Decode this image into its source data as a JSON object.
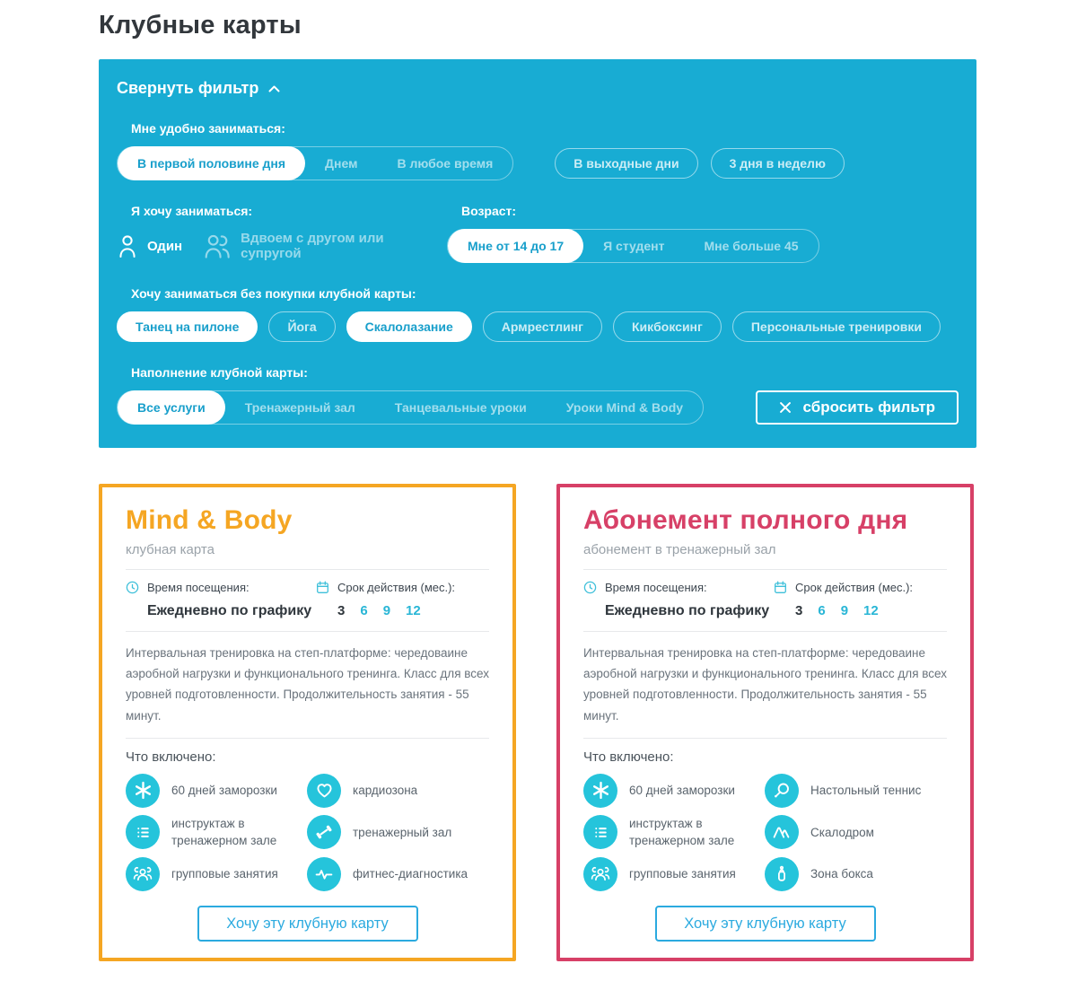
{
  "page": {
    "title": "Клубные карты"
  },
  "colors": {
    "panel_teal": "#18ACD3",
    "selected_pill_text": "#189FCB",
    "feature_icon_teal": "#25C4DB",
    "card_orange": "#F5A623",
    "card_pink": "#D74067",
    "cta_blue": "#2BAADF",
    "duration_link_teal": "#29B6D6"
  },
  "filter": {
    "collapse_label": "Свернуть фильтр",
    "collapse_icon": "chevron-up-icon",
    "schedule_label": "Мне удобно заниматься:",
    "schedule_options": [
      "В первой половине дня",
      "Днем",
      "В любое время"
    ],
    "schedule_selected": "В первой половине дня",
    "schedule_extra": [
      "В выходные дни",
      "3 дня в неделю"
    ],
    "company_label": "Я хочу заниматься:",
    "company_options": [
      "Один",
      "Вдвоем с другом или супругой"
    ],
    "company_icons": [
      "person-icon",
      "two-persons-icon"
    ],
    "age_label": "Возраст:",
    "age_options": [
      "Мне от 14 до 17",
      "Я студент",
      "Мне больше 45"
    ],
    "age_selected": "Мне от 14 до 17",
    "nocard_label": "Хочу заниматься без покупки клубной карты:",
    "nocard_options": [
      "Танец на пилоне",
      "Йога",
      "Скалолазание",
      "Армрестлинг",
      "Кикбоксинг",
      "Персональные тренировки"
    ],
    "nocard_selected": [
      "Танец на пилоне",
      "Скалолазание"
    ],
    "content_label": "Наполнение клубной карты:",
    "content_options": [
      "Все услуги",
      "Тренажерный зал",
      "Танцевальные уроки",
      "Уроки Mind & Body"
    ],
    "content_selected": "Все услуги",
    "reset_label": "сбросить фильтр",
    "reset_icon": "close-icon"
  },
  "cards": [
    {
      "title": "Mind & Body",
      "subtitle": "клубная карта",
      "visit_label": "Время посещения:",
      "visit_icon": "clock-icon",
      "visit_value": "Ежедневно по графику",
      "duration_label": "Срок действия (мес.):",
      "duration_icon": "calendar-icon",
      "duration_options": [
        "3",
        "6",
        "9",
        "12"
      ],
      "duration_selected": "3",
      "description": "Интервальная тренировка на степ-платформе: чередоваине аэробной нагрузки и функционального тренинга. Класс для всех уровней подготовленности. Продолжительность занятия - 55 минут.",
      "included_label": "Что включено:",
      "features": [
        {
          "icon": "snowflake-icon",
          "label": "60 дней заморозки"
        },
        {
          "icon": "heart-icon",
          "label": "кардиозона"
        },
        {
          "icon": "checklist-icon",
          "label": "инструктаж в тренажерном зале"
        },
        {
          "icon": "dumbbell-icon",
          "label": "тренажерный зал"
        },
        {
          "icon": "group-people-icon",
          "label": "групповые занятия"
        },
        {
          "icon": "pulse-icon",
          "label": "фитнес-диагностика"
        }
      ],
      "cta_label": "Хочу эту клубную карту"
    },
    {
      "title": "Абонемент полного дня",
      "subtitle": "абонемент в тренажерный зал",
      "visit_label": "Время посещения:",
      "visit_icon": "clock-icon",
      "visit_value": "Ежедневно по графику",
      "duration_label": "Срок действия (мес.):",
      "duration_icon": "calendar-icon",
      "duration_options": [
        "3",
        "6",
        "9",
        "12"
      ],
      "duration_selected": "3",
      "description": "Интервальная тренировка на степ-платформе: чередоваине аэробной нагрузки и функционального тренинга. Класс для всех уровней подготовленности. Продолжительность занятия - 55 минут.",
      "included_label": "Что включено:",
      "features": [
        {
          "icon": "snowflake-icon",
          "label": "60 дней заморозки"
        },
        {
          "icon": "table-tennis-icon",
          "label": "Настольный теннис"
        },
        {
          "icon": "checklist-icon",
          "label": "инструктаж в тренажерном зале"
        },
        {
          "icon": "mountain-icon",
          "label": "Скалодром"
        },
        {
          "icon": "group-people-icon",
          "label": "групповые занятия"
        },
        {
          "icon": "boxing-bag-icon",
          "label": "Зона бокса"
        }
      ],
      "cta_label": "Хочу эту клубную карту"
    }
  ]
}
